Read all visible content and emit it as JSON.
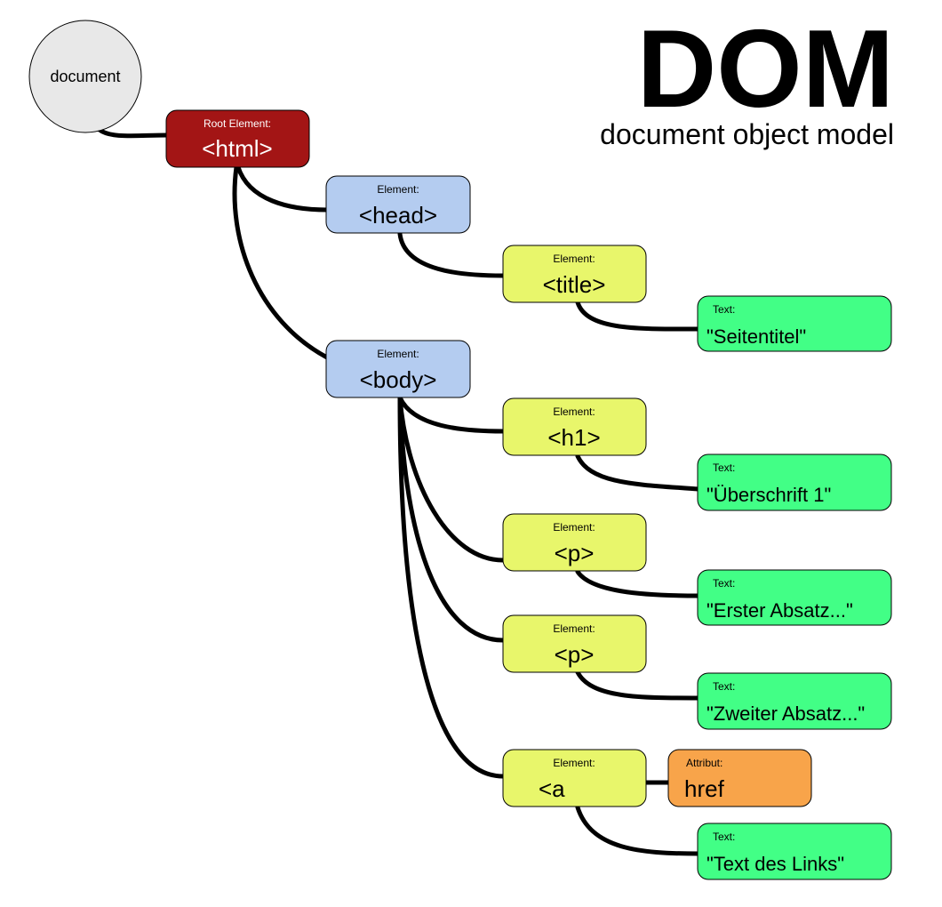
{
  "title": {
    "main": "DOM",
    "subtitle": "document object model"
  },
  "colors": {
    "document": "#e8e8e8",
    "root": "#a31515",
    "element_blue": "#b4ccf0",
    "element_yellow": "#e8f66b",
    "text_green": "#42ff86",
    "attribute_orange": "#f8a44a",
    "edge": "#000000"
  },
  "nodes": {
    "document": {
      "label": "document"
    },
    "html": {
      "kind": "Root Element:",
      "name": "<html>"
    },
    "head": {
      "kind": "Element:",
      "name": "<head>"
    },
    "body": {
      "kind": "Element:",
      "name": "<body>"
    },
    "title": {
      "kind": "Element:",
      "name": "<title>"
    },
    "title_text": {
      "kind": "Text:",
      "name": "\"Seitentitel\""
    },
    "h1": {
      "kind": "Element:",
      "name": "<h1>"
    },
    "h1_text": {
      "kind": "Text:",
      "name": "\"Überschrift 1\""
    },
    "p1": {
      "kind": "Element:",
      "name": "<p>"
    },
    "p1_text": {
      "kind": "Text:",
      "name": "\"Erster Absatz...\""
    },
    "p2": {
      "kind": "Element:",
      "name": "<p>"
    },
    "p2_text": {
      "kind": "Text:",
      "name": "\"Zweiter Absatz...\""
    },
    "a": {
      "kind": "Element:",
      "name": "<a"
    },
    "a_attr": {
      "kind": "Attribut:",
      "name": "href"
    },
    "a_text": {
      "kind": "Text:",
      "name": "\"Text des Links\""
    }
  }
}
